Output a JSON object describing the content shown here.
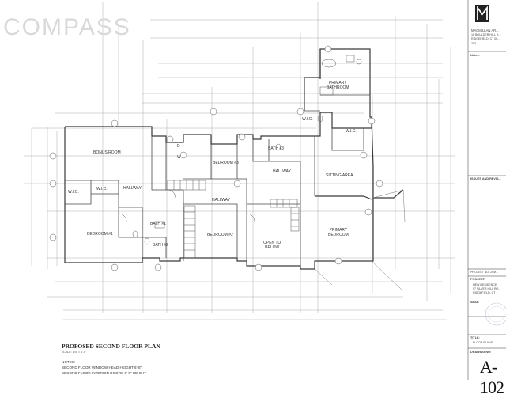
{
  "watermark": "COMPASS",
  "rooms": {
    "bonus_room": "BONUS ROOM",
    "wic_left": "W.I.C.",
    "wic_left2": "W.I.C.",
    "hallway_left": "HALLWAY",
    "bedroom1": "BEDROOM #1",
    "bath1": "BATH #1",
    "bath2": "BATH #2",
    "bedroom2": "BEDROOM #2",
    "bedroom3": "BEDROOM #3",
    "hallway_center": "HALLWAY",
    "bath3": "BATH #3",
    "hallway_right": "HALLWAY",
    "open_to_below": "OPEN TO\nBELOW",
    "sitting_area": "SITTING AREA",
    "primary_bedroom": "PRIMARY\nBEDROOM",
    "primary_bathroom": "PRIMARY\nBATHROOM",
    "wic_upper1": "W.I.C.",
    "wic_upper2": "W.I.C.",
    "closet_d": "D",
    "closet_w": "W"
  },
  "plan": {
    "title": "PROPOSED SECOND FLOOR  PLAN",
    "scale": "SCALE: 1/4\" = 1'-0\"",
    "notes_heading": "NOTES:",
    "notes": [
      "SECOND FLOOR WINDOW HEAD HEIGHT 6'-8\"",
      "SECOND FLOOR INTERIOR DOORS 6'-8\" HEIGHT"
    ]
  },
  "title_block": {
    "firm": "MACMILLAN AR...",
    "address1": "16 BOULDER HILL R...",
    "address2": "RIDGEFIELD, CT 06...",
    "phone": "203-...-....",
    "notes_heading": "Notes:",
    "issues_heading": "ISSUES AND REVIS...",
    "project_no": "PROJECT NO:  24M...",
    "project_heading": "PROJECT:",
    "project_lines": [
      "NEW RESIDENCE",
      "97 SILVER HILL RO...",
      "RIDGEFIELD, CT"
    ],
    "seal_heading": "SEAL:",
    "sheet_title_heading": "TITLE:",
    "sheet_title": "FLOOR PLANS",
    "drawing_no_heading": "DRAWING NO:",
    "sheet_number": "A-102"
  }
}
